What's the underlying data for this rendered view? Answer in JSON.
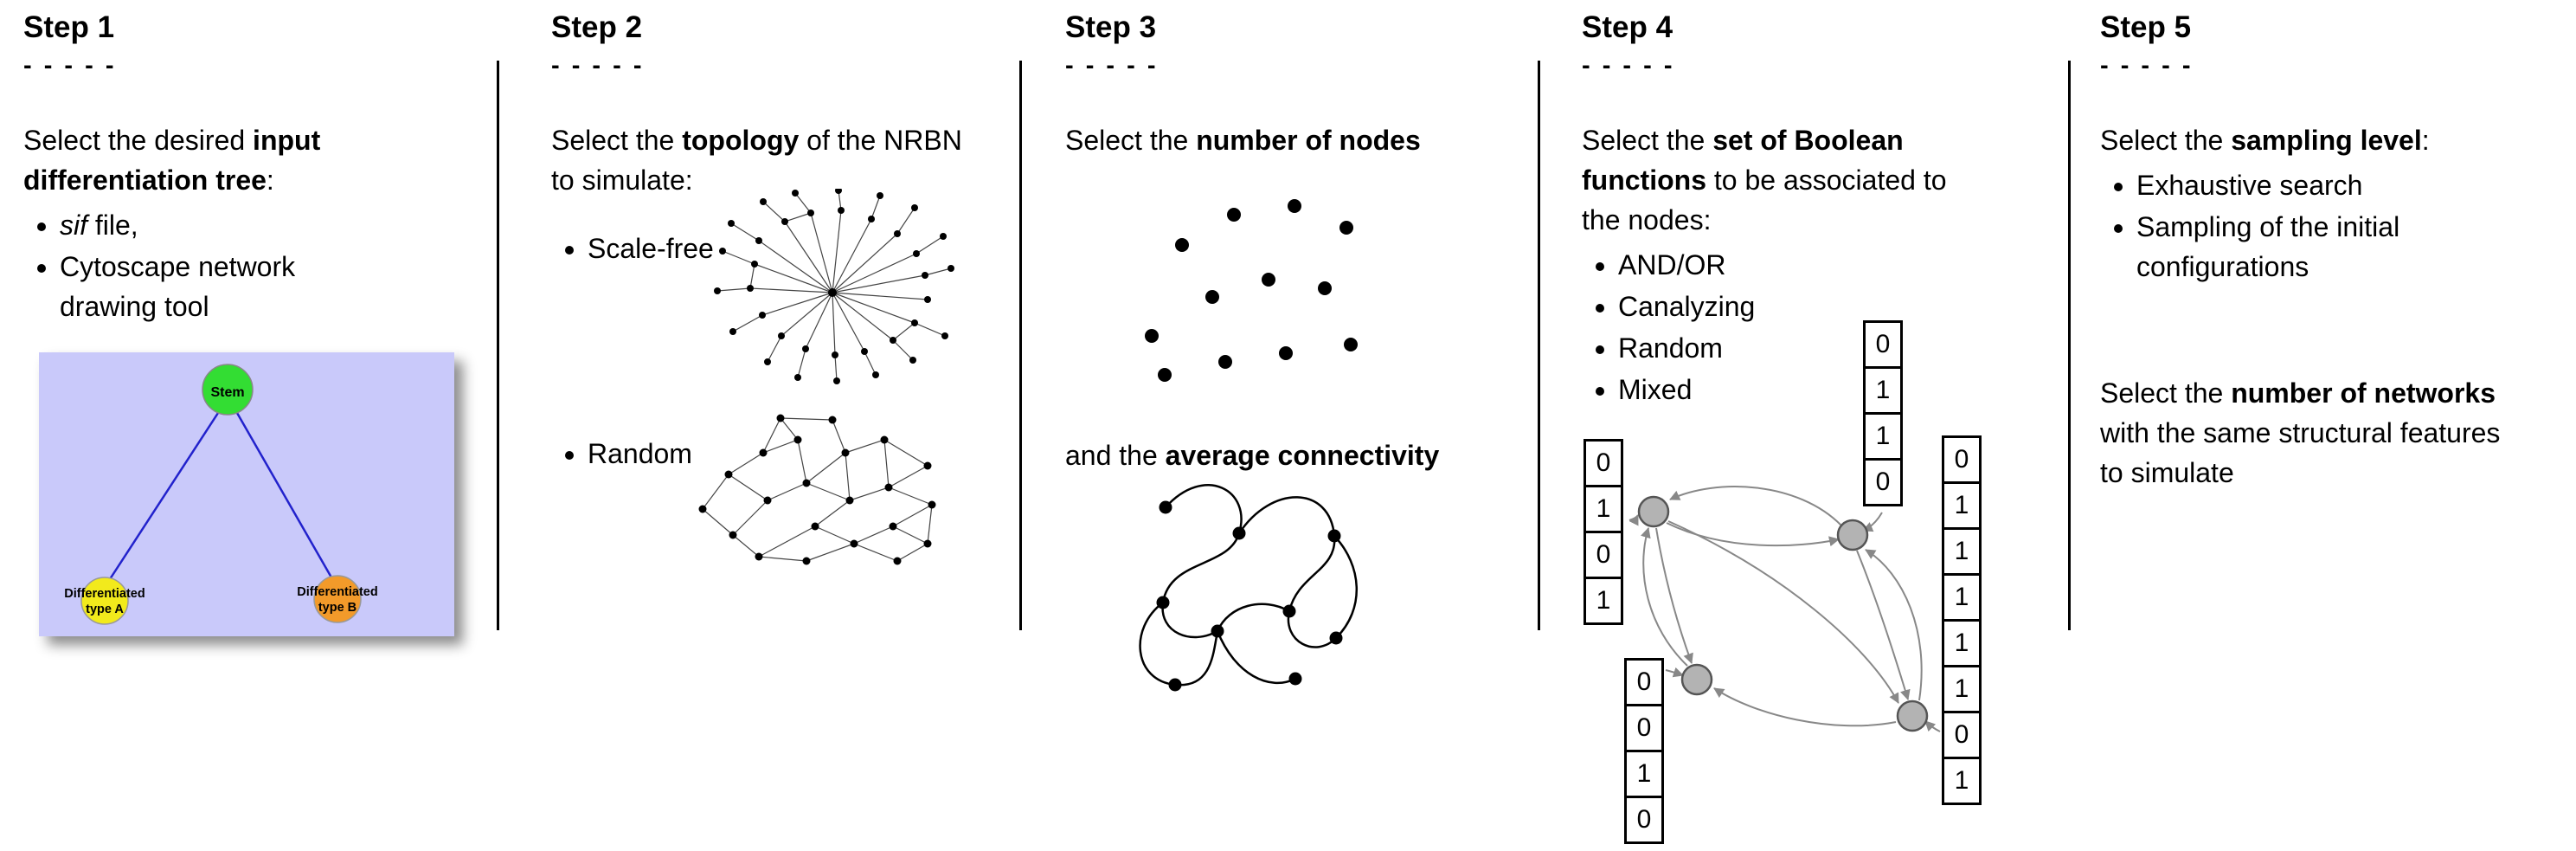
{
  "steps": [
    {
      "title": "Step 1",
      "dashes": "- - - - -",
      "intro_pre": "Select the desired ",
      "intro_bold": "input differentiation tree",
      "intro_post": ":",
      "bullet1_italic": "sif",
      "bullet1_rest": " file,",
      "bullet2": "Cytoscape network drawing tool",
      "tree": {
        "stem_label": "Stem",
        "node_a_line1": "Differentiated",
        "node_a_line2": "type A",
        "node_b_line1": "Differentiated",
        "node_b_line2": "type B",
        "colors": {
          "background": "#c9c9fa",
          "stem": "#33dd33",
          "type_a": "#f2ea1c",
          "type_b": "#f29a2a",
          "edge": "#2222cc"
        }
      }
    },
    {
      "title": "Step 2",
      "dashes": "- - - - -",
      "intro_pre": "Select the ",
      "intro_bold": "topology",
      "intro_post": " of the NRBN to simulate:",
      "bullets": [
        "Scale-free",
        "Random"
      ]
    },
    {
      "title": "Step 3",
      "dashes": "- - - - -",
      "line1_pre": "Select the ",
      "line1_bold": "number of nodes",
      "line2_pre": "and the ",
      "line2_bold": "average connectivity"
    },
    {
      "title": "Step 4",
      "dashes": "- - - - -",
      "intro_pre": "Select the ",
      "intro_bold": "set of Boolean functions",
      "intro_post": " to be associated to the nodes:",
      "bullets": [
        "AND/OR",
        "Canalyzing",
        "Random",
        "Mixed"
      ],
      "truth_tables": {
        "top": [
          "0",
          "1",
          "1",
          "0"
        ],
        "left": [
          "0",
          "1",
          "0",
          "1"
        ],
        "right": [
          "0",
          "1",
          "1",
          "1",
          "1",
          "1",
          "0",
          "1"
        ],
        "bottom": [
          "0",
          "0",
          "1",
          "0"
        ]
      }
    },
    {
      "title": "Step 5",
      "dashes": "- - - - -",
      "intro_pre": "Select the ",
      "intro_bold": "sampling level",
      "intro_post": ":",
      "bullets": [
        "Exhaustive search",
        "Sampling of the initial configurations"
      ],
      "para2_pre": "Select the ",
      "para2_bold": "number of networks",
      "para2_post": " with the same structural features to simulate"
    }
  ]
}
